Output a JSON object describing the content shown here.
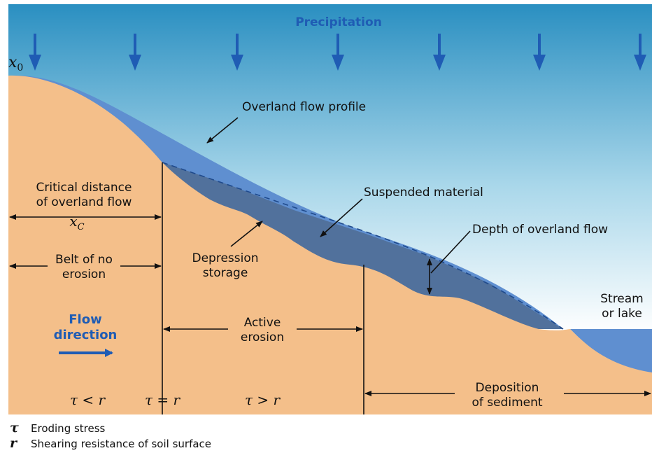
{
  "title": "Precipitation",
  "start_point": "x",
  "start_point_sub": "0",
  "labels": {
    "overland_flow_profile": "Overland flow profile",
    "suspended_material": "Suspended material",
    "depth_of_overland_flow": "Depth of overland flow",
    "critical_distance_line1": "Critical distance",
    "critical_distance_line2": "of overland flow",
    "xc_main": "x",
    "xc_sub": "C",
    "belt_line1": "Belt of no",
    "belt_line2": "erosion",
    "depression_line1": "Depression",
    "depression_line2": "storage",
    "stream_line1": "Stream",
    "stream_line2": "or lake",
    "flow_line1": "Flow",
    "flow_line2": "direction",
    "active_line1": "Active",
    "active_line2": "erosion",
    "deposition_line1": "Deposition",
    "deposition_line2": "of sediment"
  },
  "zones": {
    "lt": "τ < r",
    "eq": "τ = r",
    "gt": "τ > r"
  },
  "legend": [
    {
      "symbol": "τ",
      "text": "Eroding stress"
    },
    {
      "symbol": "r",
      "text": "Shearing resistance of soil surface"
    }
  ],
  "colors": {
    "soil": "#f4bf8a",
    "water": "#5f8fd0",
    "suspended": "#51719c",
    "sky_top": "#2a8fc1",
    "sky_bottom": "#ffffff",
    "arrow": "#1f5cb4"
  }
}
